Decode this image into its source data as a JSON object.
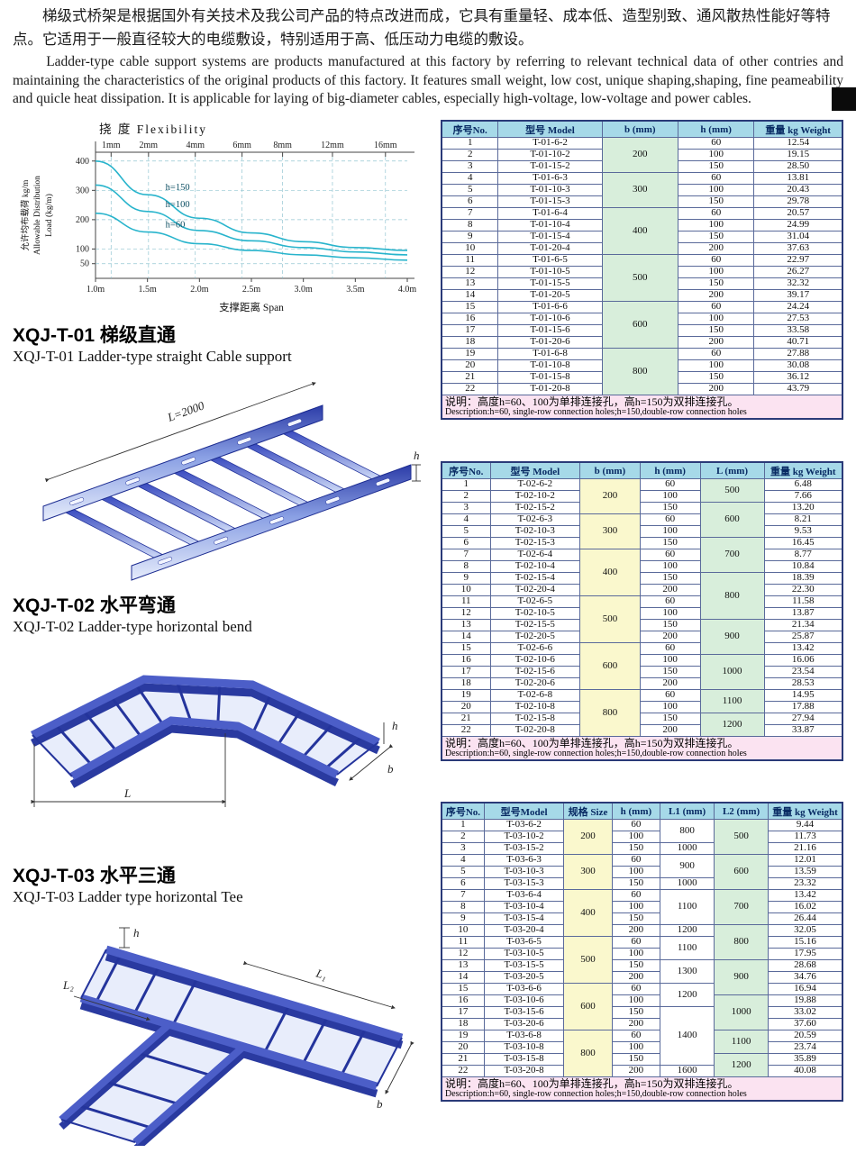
{
  "intro": {
    "zh": "梯级式桥架是根据国外有关技术及我公司产品的特点改进而成，它具有重量轻、成本低、造型别致、通风散热性能好等特点。它适用于一般直径较大的电缆敷设，特别适用于高、低压动力电缆的敷设。",
    "en": "Ladder-type cable support systems are products manufactured at this factory by referring to relevant technical data of other contries and maintaining the characteristics of the original products of this factory. It features small weight, low cost, unique shaping,shaping, fine peameability and quicle heat dissipation. It is applicable for laying of big-diameter cables, especially high-voltage, low-voltage and power cables."
  },
  "chart_data": {
    "type": "line",
    "title": "挠 度 Flexibility",
    "xlabel": "支撑距离 Span",
    "ylabel_lines": [
      "允许均布载荷 kg/m",
      "Allowable Distribution",
      "Load (kg/m)"
    ],
    "x_ticks": [
      "1.0m",
      "1.5m",
      "2.0m",
      "2.5m",
      "3.0m",
      "3.5m",
      "4.0m"
    ],
    "top_ticks": [
      "1mm",
      "2mm",
      "4mm",
      "6mm",
      "8mm",
      "12mm",
      "16mm"
    ],
    "y_ticks": [
      50,
      100,
      200,
      300,
      400
    ],
    "xlim": [
      1.0,
      4.0
    ],
    "ylim": [
      0,
      430
    ],
    "grid": "dashed",
    "line_color": "#28b4cc",
    "series": [
      {
        "name": "h=150",
        "x": [
          1.0,
          1.5,
          2.0,
          2.5,
          3.0,
          3.5,
          4.0
        ],
        "values": [
          400,
          285,
          205,
          155,
          125,
          105,
          95
        ]
      },
      {
        "name": "h=100",
        "x": [
          1.0,
          1.5,
          2.0,
          2.5,
          3.0,
          3.5,
          4.0
        ],
        "values": [
          318,
          228,
          163,
          128,
          105,
          90,
          80
        ]
      },
      {
        "name": "h=60",
        "x": [
          1.0,
          1.5,
          2.0,
          2.5,
          3.0,
          3.5,
          4.0
        ],
        "values": [
          222,
          158,
          118,
          95,
          80,
          70,
          62
        ]
      }
    ]
  },
  "sections": [
    {
      "title_zh": "XQJ-T-01 梯级直通",
      "title_en": "XQJ-T-01 Ladder-type straight Cable support",
      "dims": {
        "L": "L=2000",
        "h": "h"
      }
    },
    {
      "title_zh": "XQJ-T-02 水平弯通",
      "title_en": "XQJ-T-02 Ladder-type horizontal bend",
      "dims": {
        "L": "L",
        "b": "b",
        "h": "h"
      }
    },
    {
      "title_zh": "XQJ-T-03 水平三通",
      "title_en": "XQJ-T-03 Ladder type horizontal Tee",
      "dims": {
        "L1": "L₁",
        "L2": "L₂",
        "b": "b",
        "h": "h"
      }
    }
  ],
  "note": {
    "zh": "说明：高度h=60、100为单排连接孔，高h=150为双排连接孔。",
    "en": "Description:h=60, single-row connection holes;h=150,double-row connection holes"
  },
  "tables": [
    {
      "id": "t01",
      "headers": [
        {
          "key": "no",
          "label": "序号No."
        },
        {
          "key": "model",
          "label": "型号  Model"
        },
        {
          "key": "b",
          "label": "b (mm)"
        },
        {
          "key": "h",
          "label": "h (mm)"
        },
        {
          "key": "weight",
          "label": "重量 kg Weight"
        }
      ],
      "merged": [
        "b"
      ],
      "tint": {
        "b": "c-green"
      },
      "rows": [
        [
          "1",
          "T-01-6-2",
          "200",
          "60",
          "12.54"
        ],
        [
          "2",
          "T-01-10-2",
          "200",
          "100",
          "19.15"
        ],
        [
          "3",
          "T-01-15-2",
          "200",
          "150",
          "28.50"
        ],
        [
          "4",
          "T-01-6-3",
          "300",
          "60",
          "13.81"
        ],
        [
          "5",
          "T-01-10-3",
          "300",
          "100",
          "20.43"
        ],
        [
          "6",
          "T-01-15-3",
          "300",
          "150",
          "29.78"
        ],
        [
          "7",
          "T-01-6-4",
          "400",
          "60",
          "20.57"
        ],
        [
          "8",
          "T-01-10-4",
          "400",
          "100",
          "24.99"
        ],
        [
          "9",
          "T-01-15-4",
          "400",
          "150",
          "31.04"
        ],
        [
          "10",
          "T-01-20-4",
          "400",
          "200",
          "37.63"
        ],
        [
          "11",
          "T-01-6-5",
          "500",
          "60",
          "22.97"
        ],
        [
          "12",
          "T-01-10-5",
          "500",
          "100",
          "26.27"
        ],
        [
          "13",
          "T-01-15-5",
          "500",
          "150",
          "32.32"
        ],
        [
          "14",
          "T-01-20-5",
          "500",
          "200",
          "39.17"
        ],
        [
          "15",
          "T-01-6-6",
          "600",
          "60",
          "24.24"
        ],
        [
          "16",
          "T-01-10-6",
          "600",
          "100",
          "27.53"
        ],
        [
          "17",
          "T-01-15-6",
          "600",
          "150",
          "33.58"
        ],
        [
          "18",
          "T-01-20-6",
          "600",
          "200",
          "40.71"
        ],
        [
          "19",
          "T-01-6-8",
          "800",
          "60",
          "27.88"
        ],
        [
          "20",
          "T-01-10-8",
          "800",
          "100",
          "30.08"
        ],
        [
          "21",
          "T-01-15-8",
          "800",
          "150",
          "36.12"
        ],
        [
          "22",
          "T-01-20-8",
          "800",
          "200",
          "43.79"
        ]
      ]
    },
    {
      "id": "t02",
      "headers": [
        {
          "key": "no",
          "label": "序号No."
        },
        {
          "key": "model",
          "label": "型号 Model"
        },
        {
          "key": "b",
          "label": "b (mm)"
        },
        {
          "key": "h",
          "label": "h (mm)"
        },
        {
          "key": "L",
          "label": "L (mm)"
        },
        {
          "key": "weight",
          "label": "重量 kg Weight"
        }
      ],
      "merged": [
        "b",
        "L"
      ],
      "tint": {
        "b": "c-yellow",
        "L": "c-green"
      },
      "rows": [
        [
          "1",
          "T-02-6-2",
          "200",
          "60",
          "500",
          "6.48"
        ],
        [
          "2",
          "T-02-10-2",
          "200",
          "100",
          "500",
          "7.66"
        ],
        [
          "3",
          "T-02-15-2",
          "200",
          "150",
          "600",
          "13.20"
        ],
        [
          "4",
          "T-02-6-3",
          "300",
          "60",
          "600",
          "8.21"
        ],
        [
          "5",
          "T-02-10-3",
          "300",
          "100",
          "600",
          "9.53"
        ],
        [
          "6",
          "T-02-15-3",
          "300",
          "150",
          "700",
          "16.45"
        ],
        [
          "7",
          "T-02-6-4",
          "400",
          "60",
          "700",
          "8.77"
        ],
        [
          "8",
          "T-02-10-4",
          "400",
          "100",
          "700",
          "10.84"
        ],
        [
          "9",
          "T-02-15-4",
          "400",
          "150",
          "800",
          "18.39"
        ],
        [
          "10",
          "T-02-20-4",
          "400",
          "200",
          "800",
          "22.30"
        ],
        [
          "11",
          "T-02-6-5",
          "500",
          "60",
          "800",
          "11.58"
        ],
        [
          "12",
          "T-02-10-5",
          "500",
          "100",
          "800",
          "13.87"
        ],
        [
          "13",
          "T-02-15-5",
          "500",
          "150",
          "900",
          "21.34"
        ],
        [
          "14",
          "T-02-20-5",
          "500",
          "200",
          "900",
          "25.87"
        ],
        [
          "15",
          "T-02-6-6",
          "600",
          "60",
          "900",
          "13.42"
        ],
        [
          "16",
          "T-02-10-6",
          "600",
          "100",
          "1000",
          "16.06"
        ],
        [
          "17",
          "T-02-15-6",
          "600",
          "150",
          "1000",
          "23.54"
        ],
        [
          "18",
          "T-02-20-6",
          "600",
          "200",
          "1000",
          "28.53"
        ],
        [
          "19",
          "T-02-6-8",
          "800",
          "60",
          "1100",
          "14.95"
        ],
        [
          "20",
          "T-02-10-8",
          "800",
          "100",
          "1100",
          "17.88"
        ],
        [
          "21",
          "T-02-15-8",
          "800",
          "150",
          "1200",
          "27.94"
        ],
        [
          "22",
          "T-02-20-8",
          "800",
          "200",
          "1200",
          "33.87"
        ]
      ]
    },
    {
      "id": "t03",
      "headers": [
        {
          "key": "no",
          "label": "序号No."
        },
        {
          "key": "model",
          "label": "型号Model"
        },
        {
          "key": "size",
          "label": "规格 Size"
        },
        {
          "key": "h",
          "label": "h (mm)"
        },
        {
          "key": "L1",
          "label": "L1 (mm)"
        },
        {
          "key": "L2",
          "label": "L2 (mm)"
        },
        {
          "key": "weight",
          "label": "重量 kg Weight"
        }
      ],
      "merged": [
        "size",
        "L1",
        "L2"
      ],
      "tint": {
        "size": "c-yellow",
        "L2": "c-green"
      },
      "rows": [
        [
          "1",
          "T-03-6-2",
          "200",
          "60",
          "800",
          "500",
          "9.44"
        ],
        [
          "2",
          "T-03-10-2",
          "200",
          "100",
          "800",
          "500",
          "11.73"
        ],
        [
          "3",
          "T-03-15-2",
          "200",
          "150",
          "1000",
          "500",
          "21.16"
        ],
        [
          "4",
          "T-03-6-3",
          "300",
          "60",
          "900",
          "600",
          "12.01"
        ],
        [
          "5",
          "T-03-10-3",
          "300",
          "100",
          "900",
          "600",
          "13.59"
        ],
        [
          "6",
          "T-03-15-3",
          "300",
          "150",
          "1000",
          "600",
          "23.32"
        ],
        [
          "7",
          "T-03-6-4",
          "400",
          "60",
          "1100",
          "700",
          "13.42"
        ],
        [
          "8",
          "T-03-10-4",
          "400",
          "100",
          "1100",
          "700",
          "16.02"
        ],
        [
          "9",
          "T-03-15-4",
          "400",
          "150",
          "1100",
          "700",
          "26.44"
        ],
        [
          "10",
          "T-03-20-4",
          "400",
          "200",
          "1200",
          "800",
          "32.05"
        ],
        [
          "11",
          "T-03-6-5",
          "500",
          "60",
          "1100",
          "800",
          "15.16"
        ],
        [
          "12",
          "T-03-10-5",
          "500",
          "100",
          "1100",
          "800",
          "17.95"
        ],
        [
          "13",
          "T-03-15-5",
          "500",
          "150",
          "1300",
          "900",
          "28.68"
        ],
        [
          "14",
          "T-03-20-5",
          "500",
          "200",
          "1300",
          "900",
          "34.76"
        ],
        [
          "15",
          "T-03-6-6",
          "600",
          "60",
          "1200",
          "900",
          "16.94"
        ],
        [
          "16",
          "T-03-10-6",
          "600",
          "100",
          "1200",
          "1000",
          "19.88"
        ],
        [
          "17",
          "T-03-15-6",
          "600",
          "150",
          "1400",
          "1000",
          "33.02"
        ],
        [
          "18",
          "T-03-20-6",
          "600",
          "200",
          "1400",
          "1000",
          "37.60"
        ],
        [
          "19",
          "T-03-6-8",
          "800",
          "60",
          "1400",
          "1100",
          "20.59"
        ],
        [
          "20",
          "T-03-10-8",
          "800",
          "100",
          "1400",
          "1100",
          "23.74"
        ],
        [
          "21",
          "T-03-15-8",
          "800",
          "150",
          "1400",
          "1200",
          "35.89"
        ],
        [
          "22",
          "T-03-20-8",
          "800",
          "200",
          "1600",
          "1200",
          "40.08"
        ]
      ]
    }
  ]
}
